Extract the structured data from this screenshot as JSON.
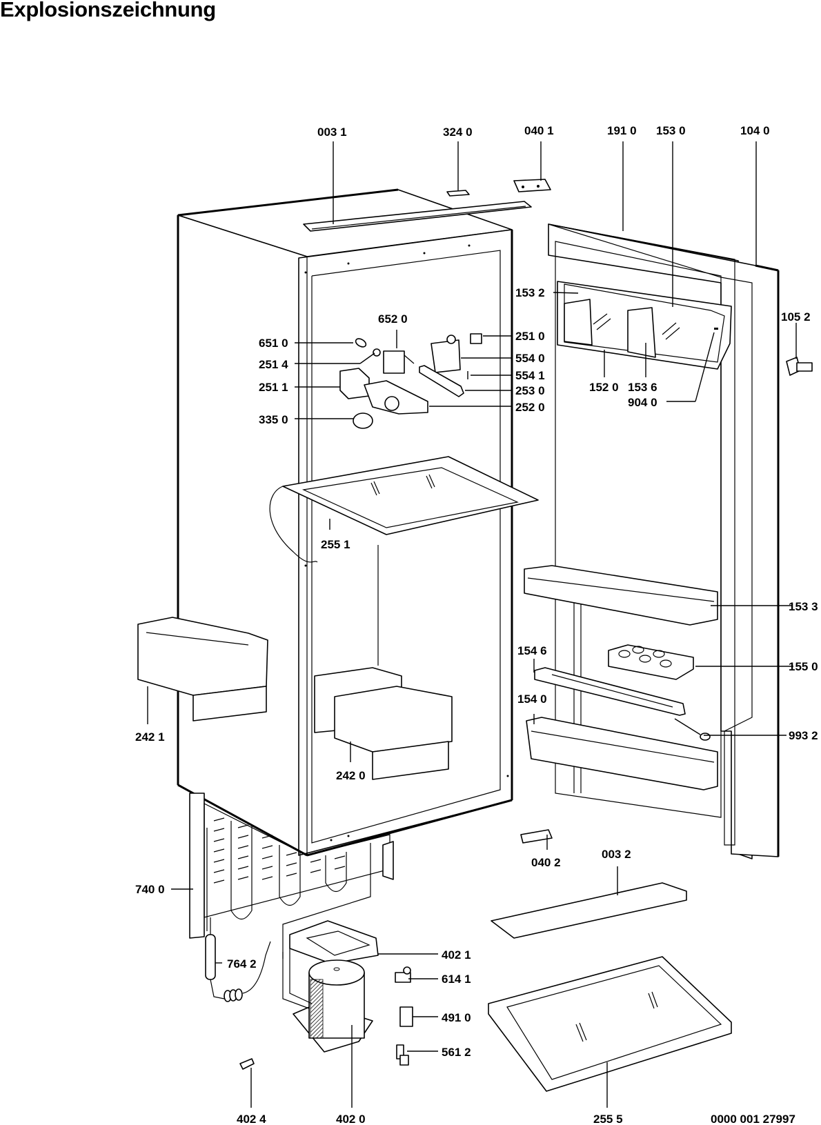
{
  "title": "Explosionszeichnung",
  "document_number": "0000 001 27997",
  "part_labels": {
    "p0031": "003 1",
    "p3240": "324 0",
    "p0401": "040 1",
    "p1910": "191 0",
    "p1530": "153 0",
    "p1040": "104 0",
    "p1532": "153 2",
    "p1052": "105 2",
    "p6520": "652 0",
    "p6510": "651 0",
    "p2514": "251 4",
    "p2511": "251 1",
    "p3350": "335 0",
    "p2510": "251 0",
    "p5540": "554 0",
    "p5541": "554 1",
    "p2530": "253 0",
    "p2520": "252 0",
    "p1520": "152 0",
    "p1536": "153 6",
    "p9040": "904 0",
    "p2551": "255 1",
    "p1533": "153 3",
    "p1546": "154 6",
    "p1550": "155 0",
    "p1540": "154 0",
    "p9932": "993 2",
    "p2421": "242 1",
    "p2420": "242 0",
    "p0402": "040 2",
    "p0032": "003 2",
    "p7400": "740 0",
    "p4021": "402 1",
    "p7642": "764 2",
    "p6141": "614 1",
    "p4910": "491 0",
    "p5612": "561 2",
    "p4024": "402 4",
    "p4020": "402 0",
    "p2555": "255 5"
  }
}
